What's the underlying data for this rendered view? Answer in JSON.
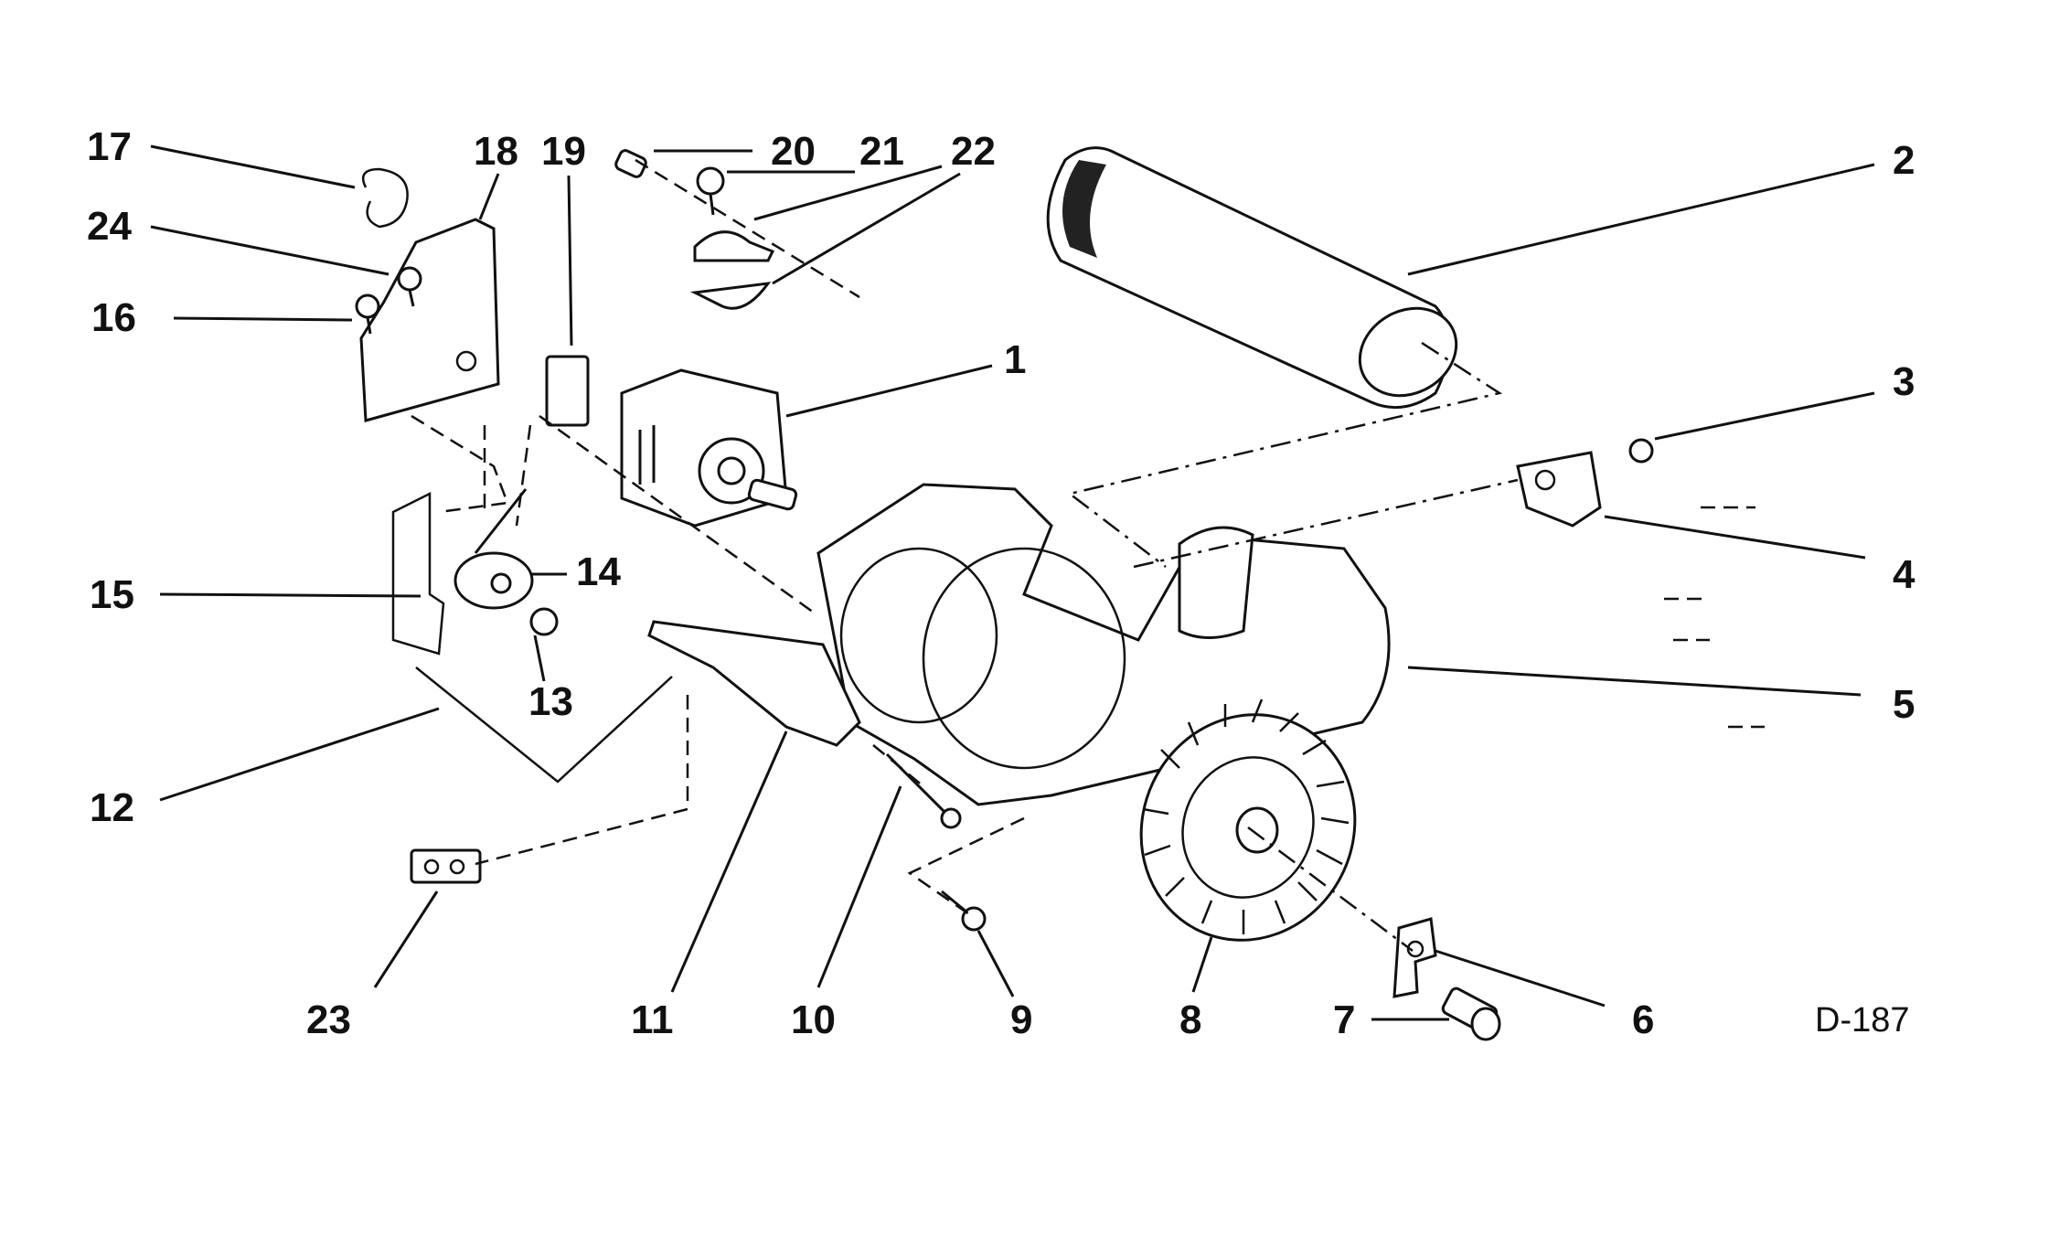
{
  "drawing_code": "D-187",
  "parts": {
    "1": "1",
    "2": "2",
    "3": "3",
    "4": "4",
    "5": "5",
    "6": "6",
    "7": "7",
    "8": "8",
    "9": "9",
    "10": "10",
    "11": "11",
    "12": "12",
    "13": "13",
    "14": "14",
    "15": "15",
    "16": "16",
    "17": "17",
    "18": "18",
    "19": "19",
    "20": "20",
    "21": "21",
    "22": "22",
    "23": "23",
    "24": "24"
  }
}
